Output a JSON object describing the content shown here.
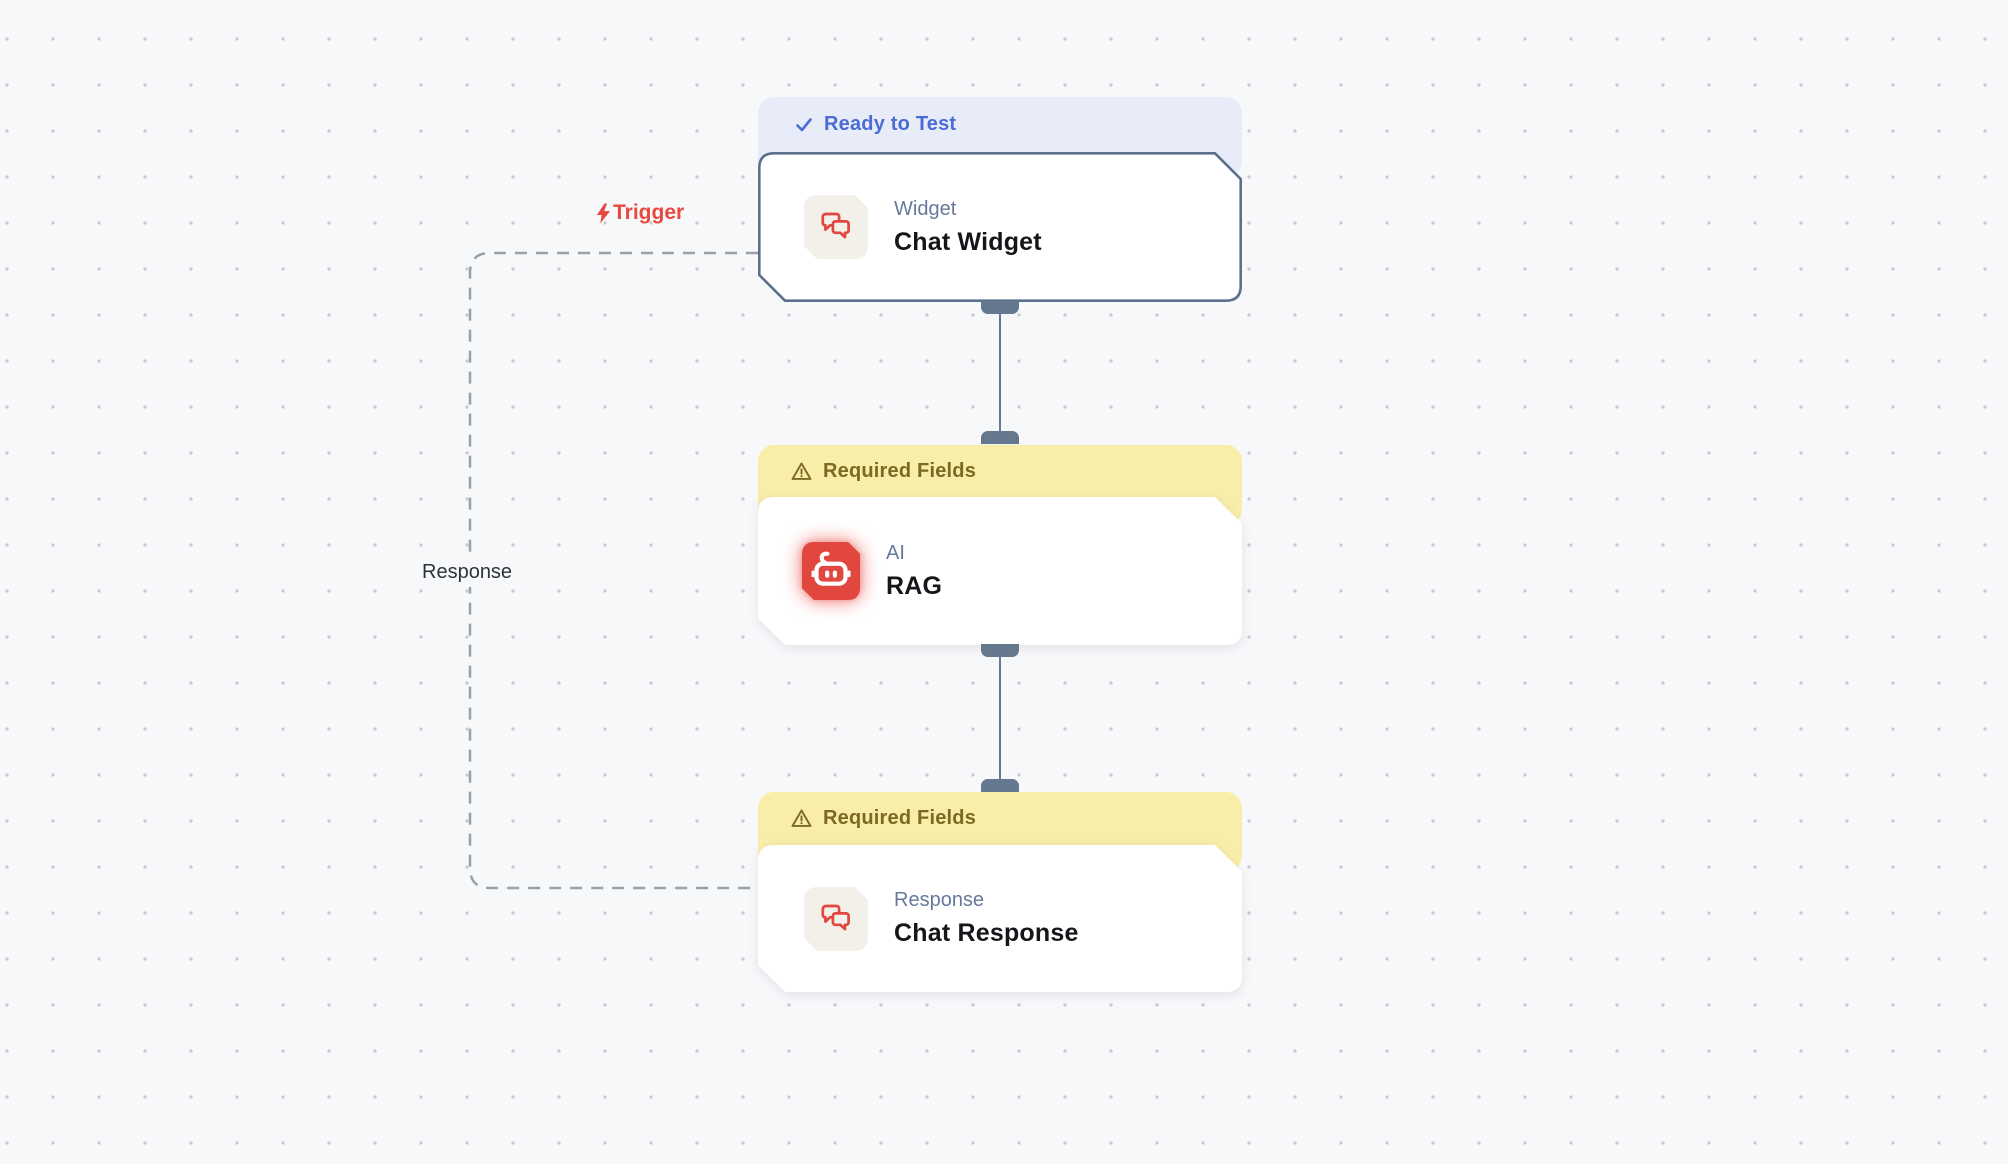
{
  "canvas": {
    "background": "#f7f8fa",
    "dot_color": "#c7c9ce"
  },
  "edges": {
    "trigger": {
      "label": "Trigger",
      "color": "#e8493f",
      "icon": "lightning-bolt-icon"
    },
    "response": {
      "label": "Response",
      "color": "#2f3237",
      "style": "dashed"
    },
    "connector_color": "#66788e"
  },
  "nodes": {
    "chat_widget": {
      "status": "Ready to Test",
      "status_icon": "check-icon",
      "status_color": "#4a6cd4",
      "status_bg": "#e8ecf9",
      "category": "Widget",
      "title": "Chat Widget",
      "icon": "chat-bubbles-icon",
      "icon_color": "#e2473f",
      "selected": true
    },
    "rag": {
      "status": "Required Fields",
      "status_icon": "warning-icon",
      "status_color": "#7d691f",
      "status_bg": "#f8eda9",
      "category": "AI",
      "title": "RAG",
      "icon": "robot-icon",
      "icon_color": "#e2473f"
    },
    "chat_response": {
      "status": "Required Fields",
      "status_icon": "warning-icon",
      "status_color": "#7d691f",
      "status_bg": "#f8eda9",
      "category": "Response",
      "title": "Chat Response",
      "icon": "chat-bubbles-icon",
      "icon_color": "#e2473f"
    }
  }
}
